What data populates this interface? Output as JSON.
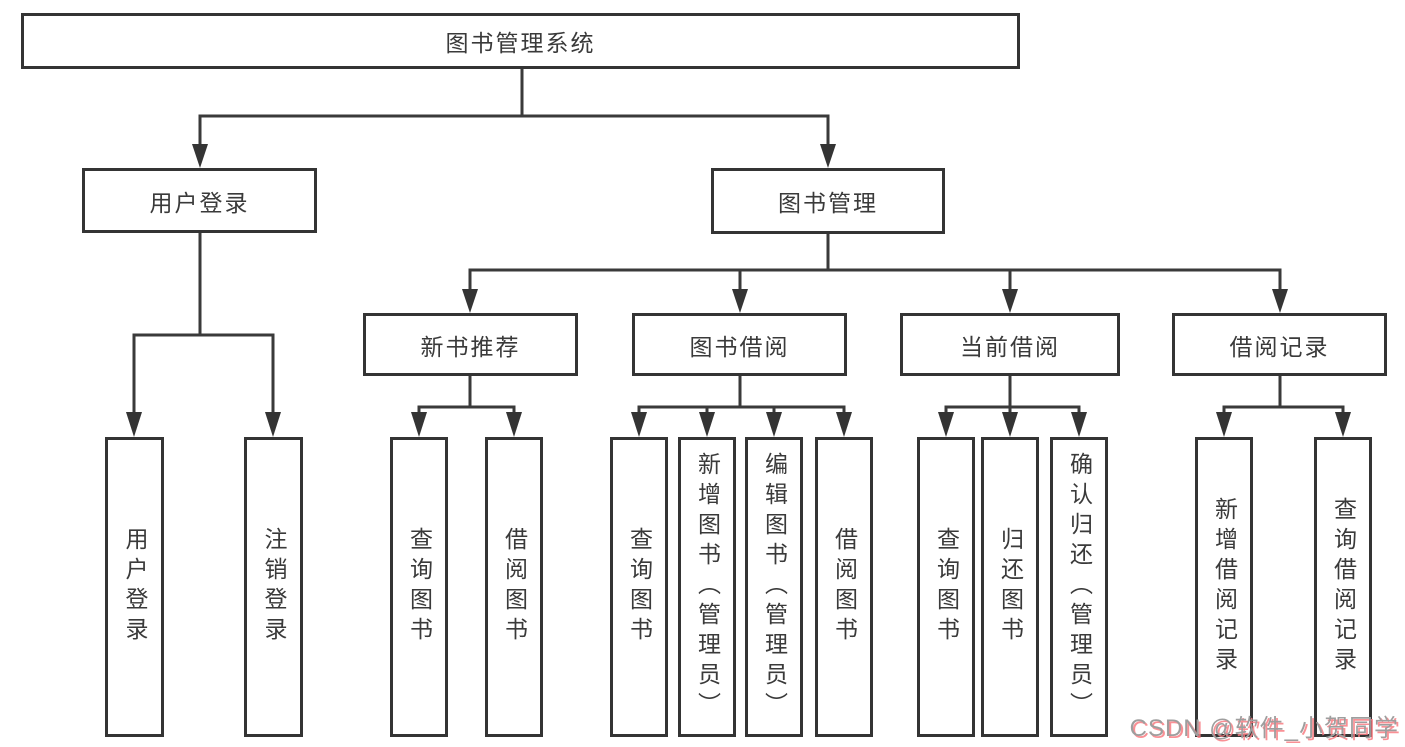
{
  "diagram": {
    "root": "图书管理系统",
    "branches": {
      "login": {
        "label": "用户登录",
        "children": [
          "用户登录",
          "注销登录"
        ]
      },
      "management": {
        "label": "图书管理",
        "sections": [
          {
            "label": "新书推荐",
            "children": [
              "查询图书",
              "借阅图书"
            ]
          },
          {
            "label": "图书借阅",
            "children": [
              "查询图书",
              "新增图书（管理员）",
              "编辑图书（管理员）",
              "借阅图书"
            ]
          },
          {
            "label": "当前借阅",
            "children": [
              "查询图书",
              "归还图书",
              "确认归还（管理员）"
            ]
          },
          {
            "label": "借阅记录",
            "children": [
              "新增借阅记录",
              "查询借阅记录"
            ]
          }
        ]
      }
    }
  },
  "watermark": {
    "text": "CSDN @软件_小贺同学"
  },
  "colors": {
    "line": "#3a3a3a",
    "box_border": "#343434",
    "text": "#3a3a3a",
    "background": "#ffffff",
    "watermark_gray": "#9e9e9e",
    "watermark_red": "#f87d82"
  }
}
